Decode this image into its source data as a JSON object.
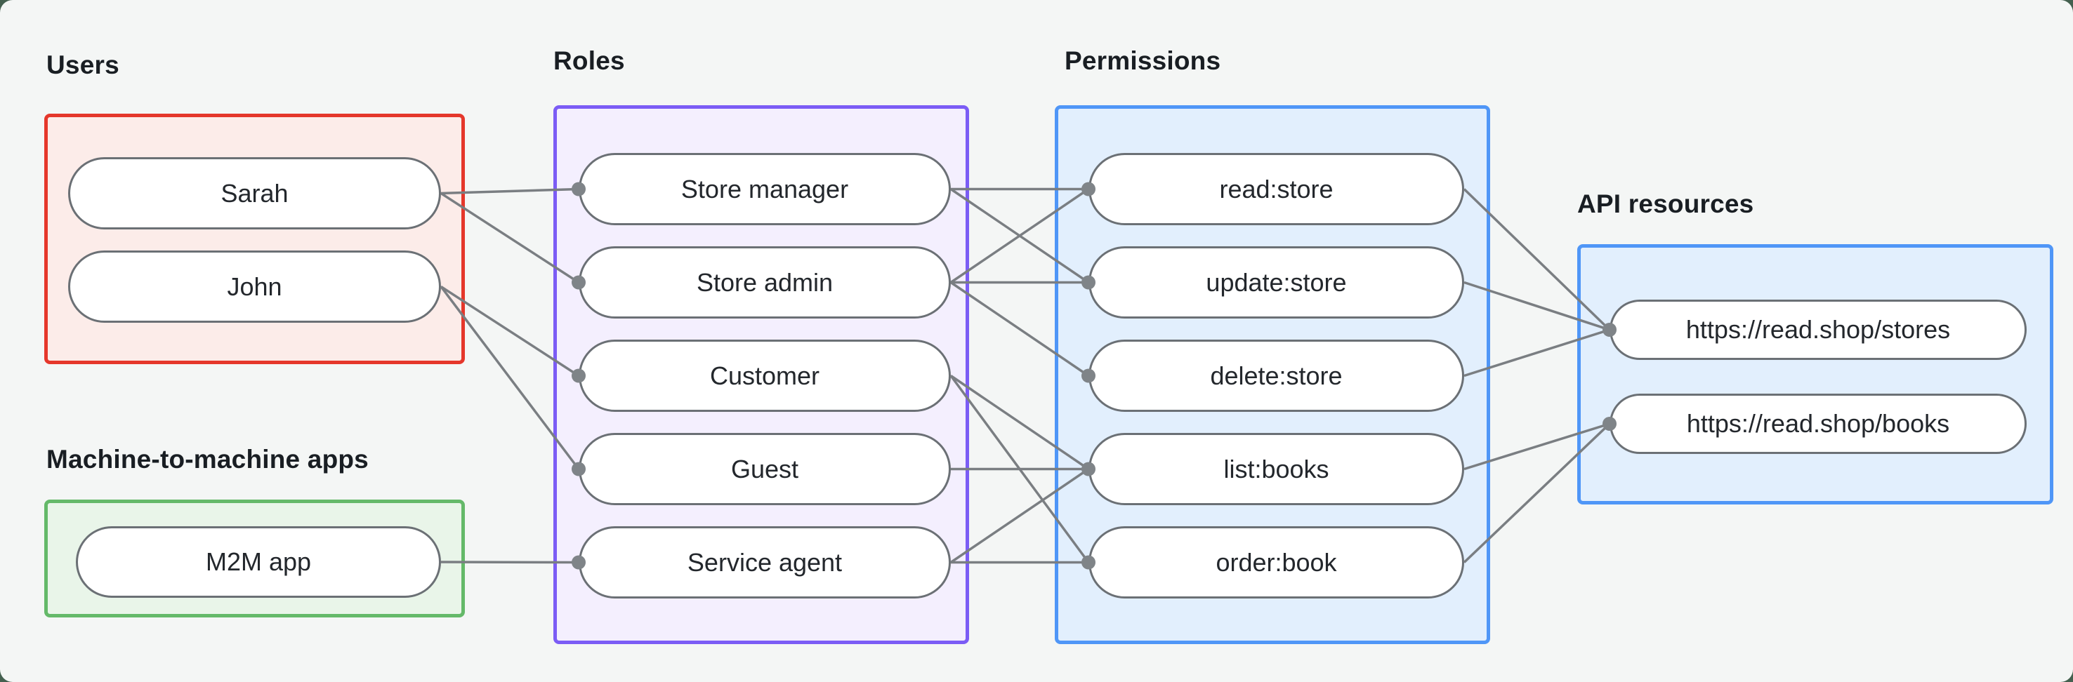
{
  "page": {
    "outer_background": "#44604f",
    "panel_background": "#f4f6f5"
  },
  "style": {
    "edge_color": "#7a7e82",
    "edge_width": 3.5,
    "dot_color": "#7f8488",
    "dot_radius": 10,
    "node_border_color": "#6b7075",
    "node_fill": "#ffffff",
    "node_text_color": "#23272c",
    "label_color": "#191e23"
  },
  "groups": [
    {
      "id": "users",
      "title": "Users",
      "border": "#e5372b",
      "fill": "#fcece9"
    },
    {
      "id": "m2m",
      "title": "Machine-to-machine apps",
      "border": "#64b969",
      "fill": "#e9f5e9"
    },
    {
      "id": "roles",
      "title": "Roles",
      "border": "#7b5cf5",
      "fill": "#f4effe"
    },
    {
      "id": "permissions",
      "title": "Permissions",
      "border": "#4f96f7",
      "fill": "#e2effd"
    },
    {
      "id": "api",
      "title": "API resources",
      "border": "#4f96f7",
      "fill": "#e2effd"
    }
  ],
  "nodes": [
    {
      "id": "sarah",
      "group": "users",
      "label": "Sarah"
    },
    {
      "id": "john",
      "group": "users",
      "label": "John"
    },
    {
      "id": "m2m-app",
      "group": "m2m",
      "label": "M2M app"
    },
    {
      "id": "store-manager",
      "group": "roles",
      "label": "Store manager"
    },
    {
      "id": "store-admin",
      "group": "roles",
      "label": "Store admin"
    },
    {
      "id": "customer",
      "group": "roles",
      "label": "Customer"
    },
    {
      "id": "guest",
      "group": "roles",
      "label": "Guest"
    },
    {
      "id": "service-agent",
      "group": "roles",
      "label": "Service agent"
    },
    {
      "id": "read-store",
      "group": "permissions",
      "label": "read:store"
    },
    {
      "id": "update-store",
      "group": "permissions",
      "label": "update:store"
    },
    {
      "id": "delete-store",
      "group": "permissions",
      "label": "delete:store"
    },
    {
      "id": "list-books",
      "group": "permissions",
      "label": "list:books"
    },
    {
      "id": "order-book",
      "group": "permissions",
      "label": "order:book"
    },
    {
      "id": "stores-api",
      "group": "api",
      "label": "https://read.shop/stores"
    },
    {
      "id": "books-api",
      "group": "api",
      "label": "https://read.shop/books"
    }
  ],
  "edges": [
    [
      "sarah",
      "store-manager"
    ],
    [
      "sarah",
      "store-admin"
    ],
    [
      "john",
      "customer"
    ],
    [
      "john",
      "guest"
    ],
    [
      "m2m-app",
      "service-agent"
    ],
    [
      "store-manager",
      "read-store"
    ],
    [
      "store-manager",
      "update-store"
    ],
    [
      "store-admin",
      "read-store"
    ],
    [
      "store-admin",
      "update-store"
    ],
    [
      "store-admin",
      "delete-store"
    ],
    [
      "customer",
      "list-books"
    ],
    [
      "customer",
      "order-book"
    ],
    [
      "guest",
      "list-books"
    ],
    [
      "service-agent",
      "list-books"
    ],
    [
      "service-agent",
      "order-book"
    ],
    [
      "read-store",
      "stores-api"
    ],
    [
      "update-store",
      "stores-api"
    ],
    [
      "delete-store",
      "stores-api"
    ],
    [
      "list-books",
      "books-api"
    ],
    [
      "order-book",
      "books-api"
    ]
  ]
}
